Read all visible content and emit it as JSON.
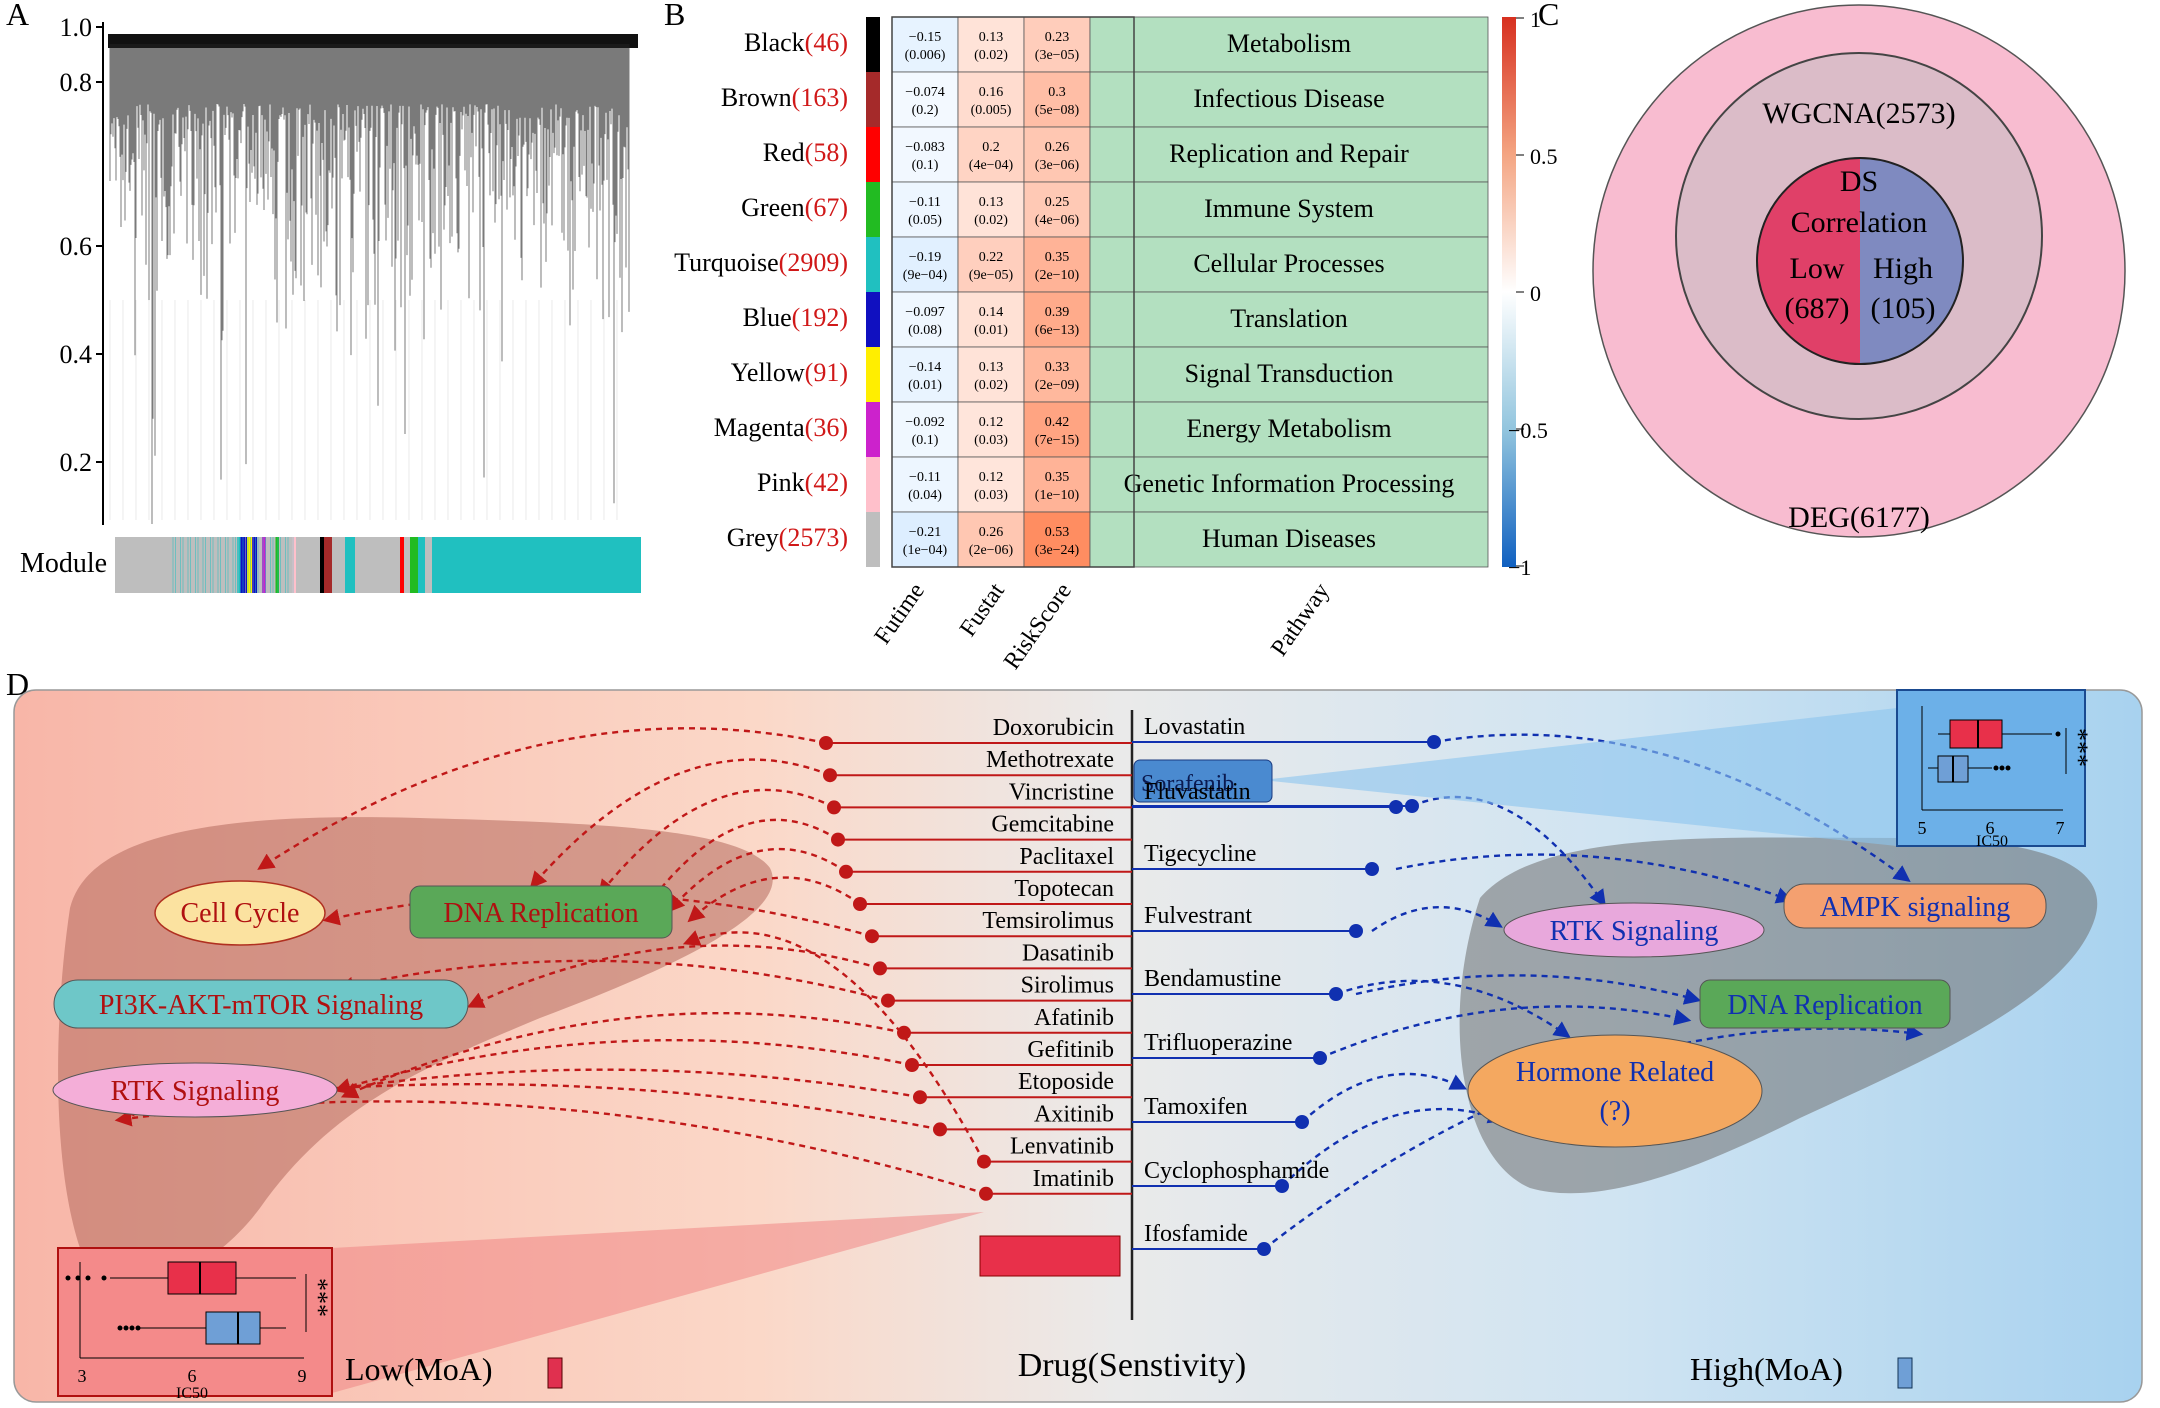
{
  "panels": {
    "a": "A",
    "b": "B",
    "c": "C",
    "d": "D"
  },
  "panel_a": {
    "yticks": [
      "1.0",
      "0.8",
      "0.6",
      "0.4",
      "0.2"
    ],
    "module_label": "Module"
  },
  "panel_b": {
    "modules": [
      {
        "name": "Black",
        "count": "(46)",
        "color": "#000000",
        "futime": "−0.15",
        "futime_p": "(0.006)",
        "fustat": "0.13",
        "fustat_p": "(0.02)",
        "risk": "0.23",
        "risk_p": "(3e−05)",
        "pathway": "Metabolism"
      },
      {
        "name": "Brown",
        "count": "(163)",
        "color": "#a52a2a",
        "futime": "−0.074",
        "futime_p": "(0.2)",
        "fustat": "0.16",
        "fustat_p": "(0.005)",
        "risk": "0.3",
        "risk_p": "(5e−08)",
        "pathway": "Infectious Disease"
      },
      {
        "name": "Red",
        "count": "(58)",
        "color": "#ff0000",
        "futime": "−0.083",
        "futime_p": "(0.1)",
        "fustat": "0.2",
        "fustat_p": "(4e−04)",
        "risk": "0.26",
        "risk_p": "(3e−06)",
        "pathway": "Replication and Repair"
      },
      {
        "name": "Green",
        "count": "(67)",
        "color": "#22bb22",
        "futime": "−0.11",
        "futime_p": "(0.05)",
        "fustat": "0.13",
        "fustat_p": "(0.02)",
        "risk": "0.25",
        "risk_p": "(4e−06)",
        "pathway": "Immune System"
      },
      {
        "name": "Turquoise",
        "count": "(2909)",
        "color": "#20c0c0",
        "futime": "−0.19",
        "futime_p": "(9e−04)",
        "fustat": "0.22",
        "fustat_p": "(9e−05)",
        "risk": "0.35",
        "risk_p": "(2e−10)",
        "pathway": "Cellular Processes"
      },
      {
        "name": "Blue",
        "count": "(192)",
        "color": "#1010c0",
        "futime": "−0.097",
        "futime_p": "(0.08)",
        "fustat": "0.14",
        "fustat_p": "(0.01)",
        "risk": "0.39",
        "risk_p": "(6e−13)",
        "pathway": "Translation"
      },
      {
        "name": "Yellow",
        "count": "(91)",
        "color": "#ffee00",
        "futime": "−0.14",
        "futime_p": "(0.01)",
        "fustat": "0.13",
        "fustat_p": "(0.02)",
        "risk": "0.33",
        "risk_p": "(2e−09)",
        "pathway": "Signal Transduction"
      },
      {
        "name": "Magenta",
        "count": "(36)",
        "color": "#cc22cc",
        "futime": "−0.092",
        "futime_p": "(0.1)",
        "fustat": "0.12",
        "fustat_p": "(0.03)",
        "risk": "0.42",
        "risk_p": "(7e−15)",
        "pathway": "Energy Metabolism"
      },
      {
        "name": "Pink",
        "count": "(42)",
        "color": "#ffc0cb",
        "futime": "−0.11",
        "futime_p": "(0.04)",
        "fustat": "0.12",
        "fustat_p": "(0.03)",
        "risk": "0.35",
        "risk_p": "(1e−10)",
        "pathway": "Genetic Information Processing"
      },
      {
        "name": "Grey",
        "count": "(2573)",
        "color": "#bebebe",
        "futime": "−0.21",
        "futime_p": "(1e−04)",
        "fustat": "0.26",
        "fustat_p": "(2e−06)",
        "risk": "0.53",
        "risk_p": "(3e−24)",
        "pathway": "Human Diseases"
      }
    ],
    "columns": [
      "Futime",
      "Fustat",
      "RiskScore",
      "Pathway"
    ],
    "scale": [
      "1",
      "0.5",
      "0",
      "−0.5",
      "−1"
    ]
  },
  "panel_c": {
    "outer": "DEG(6177)",
    "middle": "WGCNA(2573)",
    "inner_title_1": "DS",
    "inner_title_2": "Correlation",
    "low": "Low",
    "low_n": "(687)",
    "high": "High",
    "high_n": "(105)"
  },
  "panel_d": {
    "left_drugs": [
      "Doxorubicin",
      "Methotrexate",
      "Vincristine",
      "Gemcitabine",
      "Paclitaxel",
      "Topotecan",
      "Temsirolimus",
      "Dasatinib",
      "Sirolimus",
      "Afatinib",
      "Gefitinib",
      "Etoposide",
      "Axitinib",
      "Lenvatinib",
      "Imatinib"
    ],
    "right_drugs": [
      "Lovastatin",
      "Sorafenib",
      "Fluvastatin",
      "Tigecycline",
      "Fulvestrant",
      "Bendamustine",
      "Trifluoperazine",
      "Tamoxifen",
      "Cyclophosphamide",
      "Ifosfamide"
    ],
    "left_pathways": [
      "Cell Cycle",
      "DNA Replication",
      "PI3K-AKT-mTOR Signaling",
      "RTK Signaling"
    ],
    "right_pathways": [
      "AMPK signaling",
      "RTK Signaling",
      "DNA Replication",
      "Hormone Related",
      "(?)"
    ],
    "bottom_left": "Low(MoA)",
    "bottom_center": "Drug(Senstivity)",
    "bottom_right": "High(MoA)",
    "box_axis_label": "IC50",
    "box_left_ticks": [
      "3",
      "6",
      "9"
    ],
    "box_right_ticks": [
      "5",
      "6",
      "7"
    ],
    "signif": "***"
  },
  "colors": {
    "red": "#c01818",
    "blue": "#1030b0",
    "low": "#e0304f",
    "high": "#6f9fd6"
  }
}
